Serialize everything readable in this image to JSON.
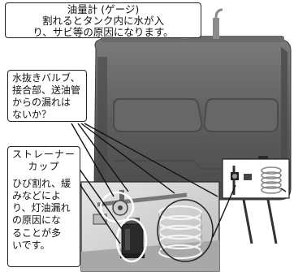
{
  "callouts": {
    "gauge": {
      "lines": [
        "油量計 (ゲージ)",
        "割れるとタンク内に水が入",
        "り、サビ等の原因になります。"
      ]
    },
    "leak": {
      "lines": [
        "水抜きバルブ、",
        "接合部、送油管",
        "からの漏れは",
        "ないか？"
      ]
    },
    "strainer": {
      "title_lines": [
        "ストレーナー",
        "カップ"
      ],
      "body_lines": [
        "ひび割れ、緩",
        "みなどによ",
        "り、灯油漏れ",
        "の原因にな",
        "ることが多",
        "いです。"
      ]
    }
  },
  "colors": {
    "tank": "#5e5e5e",
    "tank_dark": "#3f3f3f",
    "tank_light": "#7a7a7a",
    "photo_bg": "#d9d9d9",
    "outline": "#222222"
  },
  "icons": [
    "oil-gauge-icon",
    "valve-icon",
    "strainer-cup-icon",
    "copper-pipe-icon"
  ]
}
